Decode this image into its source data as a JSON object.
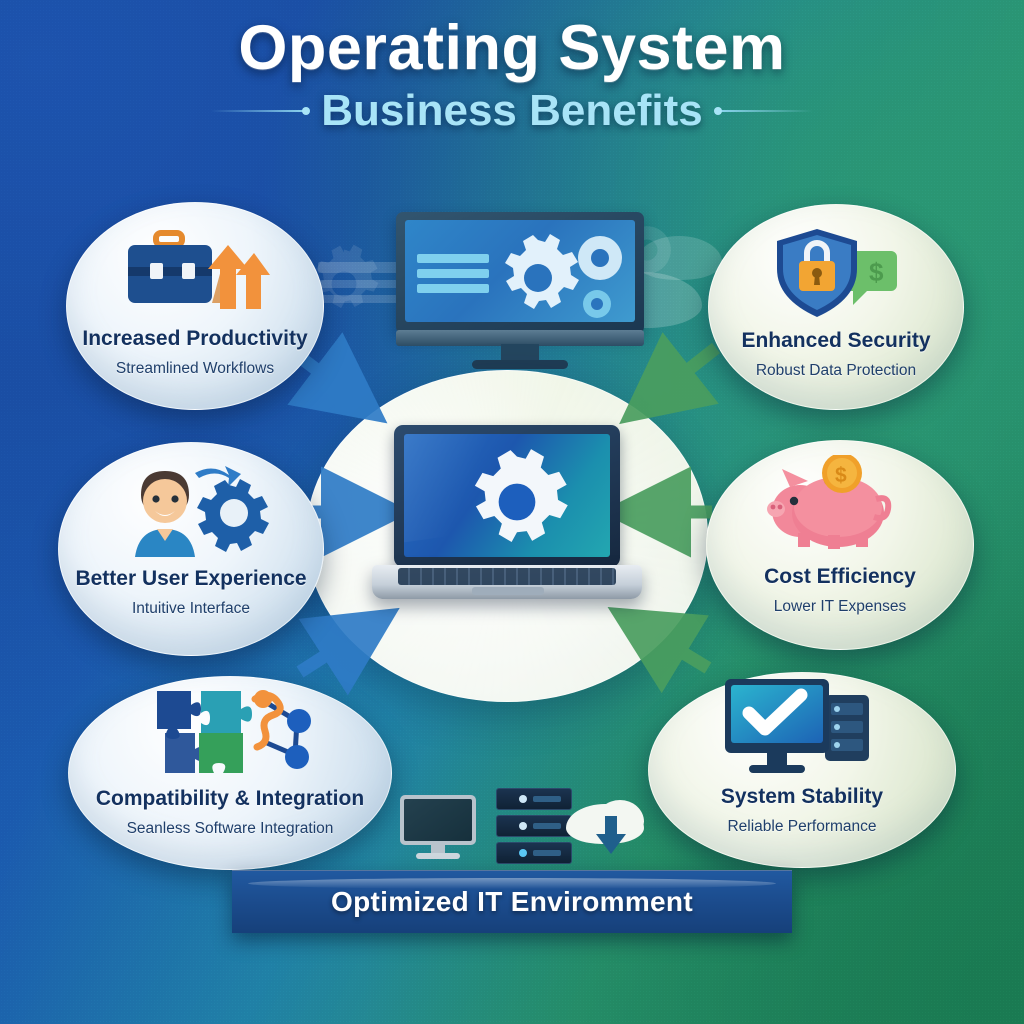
{
  "title": {
    "main": "Operating System",
    "sub": "Business Benefits"
  },
  "colors": {
    "bg_top_left_blue": "#1a4fa6",
    "bg_top_right_green": "#2a9572",
    "bg_bottom_right_green": "#1d7c54",
    "heading_white": "#ffffff",
    "subheading_cyan": "#a8e4f7",
    "node_title_navy": "#13315f",
    "banner_blue": "#1b4b8c",
    "arrow_blue": "#2f7cc7",
    "arrow_green": "#4a9e5f",
    "accent_orange": "#f2923c"
  },
  "benefits_left": [
    {
      "title": "Increased Productivity",
      "subtitle": "Streamlined Workflows",
      "icon": "briefcase-up-arrows-icon"
    },
    {
      "title": "Better User Experience",
      "subtitle": "Intuitive Interface",
      "icon": "user-gear-icon"
    },
    {
      "title": "Compatibility & Integration",
      "subtitle": "Seanless Software Integration",
      "icon": "puzzle-network-icon"
    }
  ],
  "benefits_right": [
    {
      "title": "Enhanced Security",
      "subtitle": "Robust Data Protection",
      "icon": "shield-lock-icon"
    },
    {
      "title": "Cost Efficiency",
      "subtitle": "Lower IT Expenses",
      "icon": "piggy-bank-coin-icon"
    },
    {
      "title": "System Stability",
      "subtitle": "Reliable Performance",
      "icon": "monitor-check-server-icon"
    }
  ],
  "center": {
    "icon": "laptop-gear-icon",
    "description": "Central laptop hub with gear, six arrows converging"
  },
  "top_graphic": {
    "icon": "desktop-monitor-gears-icon"
  },
  "bottom_graphics": [
    {
      "icon": "desktop-monitor-icon"
    },
    {
      "icon": "server-rack-icon"
    },
    {
      "icon": "cloud-download-icon"
    }
  ],
  "banner": {
    "text": "Optimized IT Enviromment"
  }
}
